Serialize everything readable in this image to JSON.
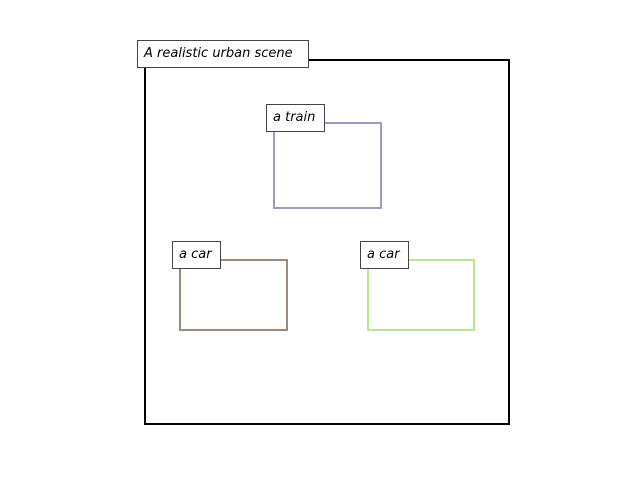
{
  "scene": {
    "caption": "A realistic urban scene"
  },
  "regions": [
    {
      "label": "a train",
      "color": "#9c9cc4"
    },
    {
      "label": "a car",
      "color": "#a08878"
    },
    {
      "label": "a car",
      "color": "#b4e890"
    }
  ]
}
